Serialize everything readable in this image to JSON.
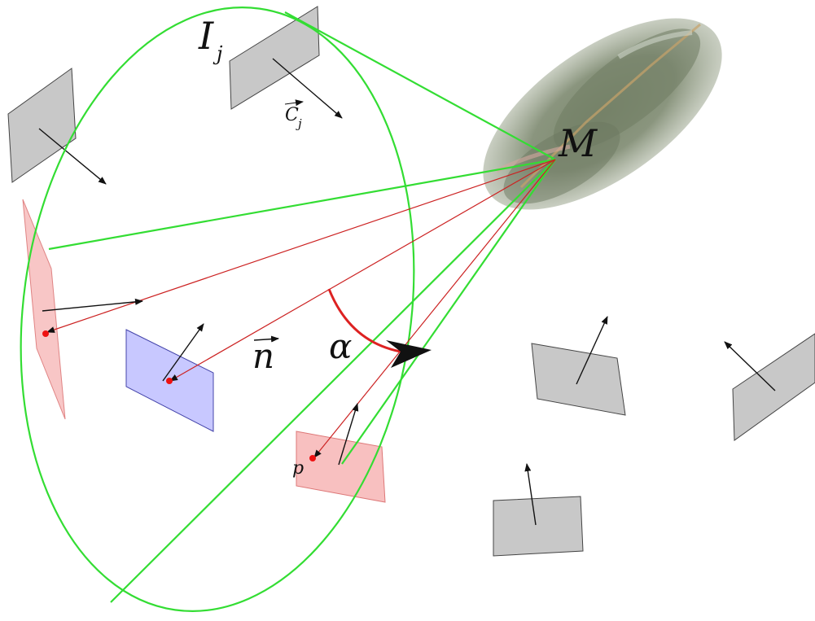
{
  "labels": {
    "image_name": "I",
    "image_index": "j",
    "camera_dir": "C",
    "camera_index": "j",
    "point_3d": "M",
    "normal": "n",
    "angle": "α",
    "pixel": "p"
  },
  "colors": {
    "frustum": "#33dd33",
    "ray": "#cc2222",
    "angle_arc": "#dd2222",
    "camera_plane_fill": "#c8c8c8",
    "camera_plane_stroke": "#444444",
    "selected_plane_fill": "#f8c0c0",
    "selected_plane_stroke": "#dd7777",
    "surface_plane_fill": "#c8c8ff",
    "surface_plane_stroke": "#4444aa",
    "point": "#ee1111",
    "arrow": "#111111"
  }
}
